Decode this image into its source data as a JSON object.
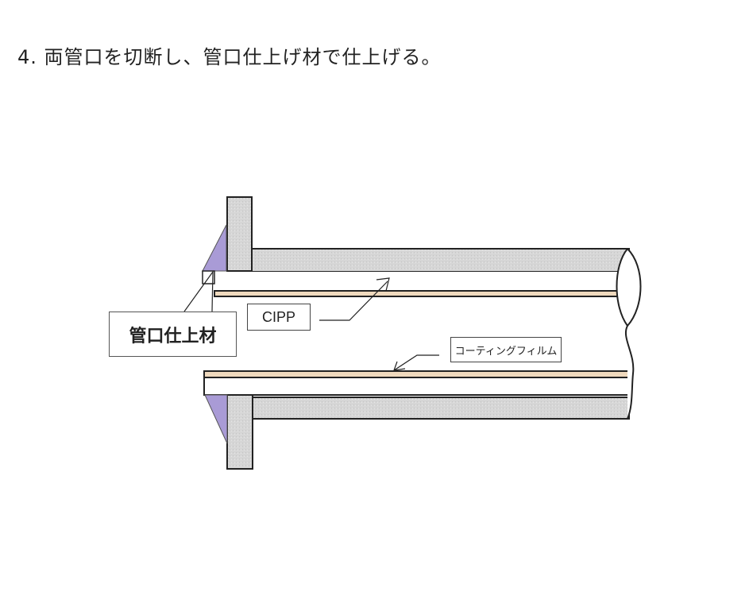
{
  "title": "4. 両管口を切断し、管口仕上げ材で仕上げる。",
  "labels": {
    "cipp": "CIPP",
    "coating_film": "コーティングフィルム",
    "finishing_material": "管口仕上材"
  },
  "colors": {
    "pipe_wall": "#d4d4d4",
    "finishing_material": "#a99bd6",
    "coating_film": "#efd9bd"
  }
}
